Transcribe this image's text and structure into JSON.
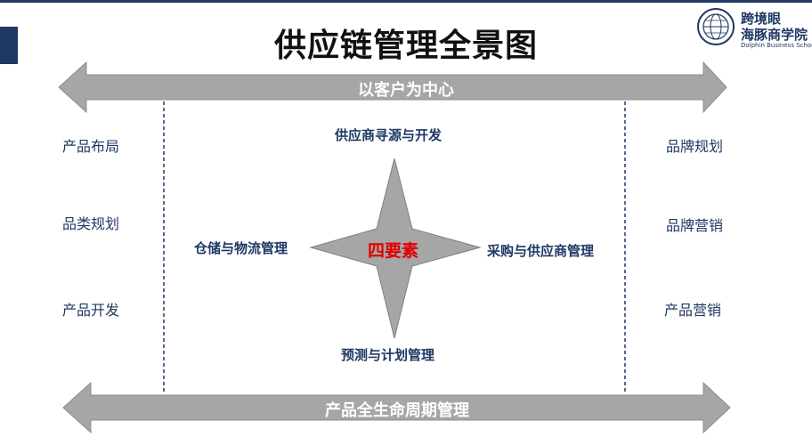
{
  "title": "供应链管理全景图",
  "logo": {
    "line1": "跨境眼",
    "line2": "海豚商学院",
    "english": "Dolphin Business School"
  },
  "top_band": "以客户为中心",
  "bottom_band": "产品全生命周期管理",
  "left_items": [
    "产品布局",
    "品类规划",
    "产品开发"
  ],
  "right_items": [
    "品牌规划",
    "品牌营销",
    "产品营销"
  ],
  "star": {
    "center": "四要素",
    "top": "供应商寻源与开发",
    "left": "仓储与物流管理",
    "right": "采购与供应商管理",
    "bottom": "预测与计划管理"
  },
  "colors": {
    "brand_navy": "#1f3864",
    "band_gray": "#a6a6a6",
    "star_gray": "#a6a6a6",
    "center_red": "#e00000"
  }
}
